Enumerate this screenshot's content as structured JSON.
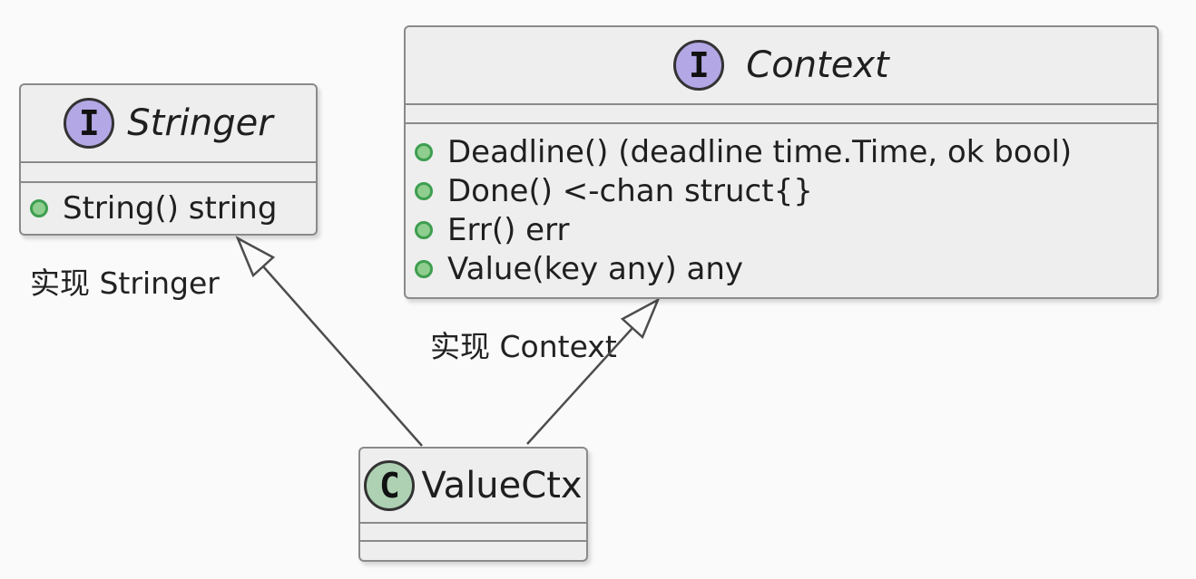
{
  "diagram": {
    "type": "uml-class-diagram",
    "nodes": {
      "stringer": {
        "stereotype": "I",
        "stereotype_kind": "interface",
        "name": "Stringer",
        "methods": [
          "String() string"
        ]
      },
      "context": {
        "stereotype": "I",
        "stereotype_kind": "interface",
        "name": "Context",
        "methods": [
          "Deadline() (deadline time.Time, ok bool)",
          "Done() <-chan struct{}",
          "Err() err",
          "Value(key any) any"
        ]
      },
      "valuectx": {
        "stereotype": "C",
        "stereotype_kind": "class",
        "name": "ValueCtx",
        "methods": []
      }
    },
    "edges": [
      {
        "from": "ValueCtx",
        "to": "Stringer",
        "kind": "realization",
        "label": "实现 Stringer"
      },
      {
        "from": "ValueCtx",
        "to": "Context",
        "kind": "realization",
        "label": "实现 Context"
      }
    ],
    "colors": {
      "background": "#FAFAFA",
      "box_fill": "#EEEEEE",
      "box_border": "#8A8A8A",
      "interface_circle": "#B4A7E5",
      "class_circle": "#ADD1B2",
      "method_dot_fill": "#8FCE8F",
      "method_dot_border": "#3E9E50",
      "edge_line": "#4D4D4D",
      "text": "#1F1F1F"
    }
  }
}
